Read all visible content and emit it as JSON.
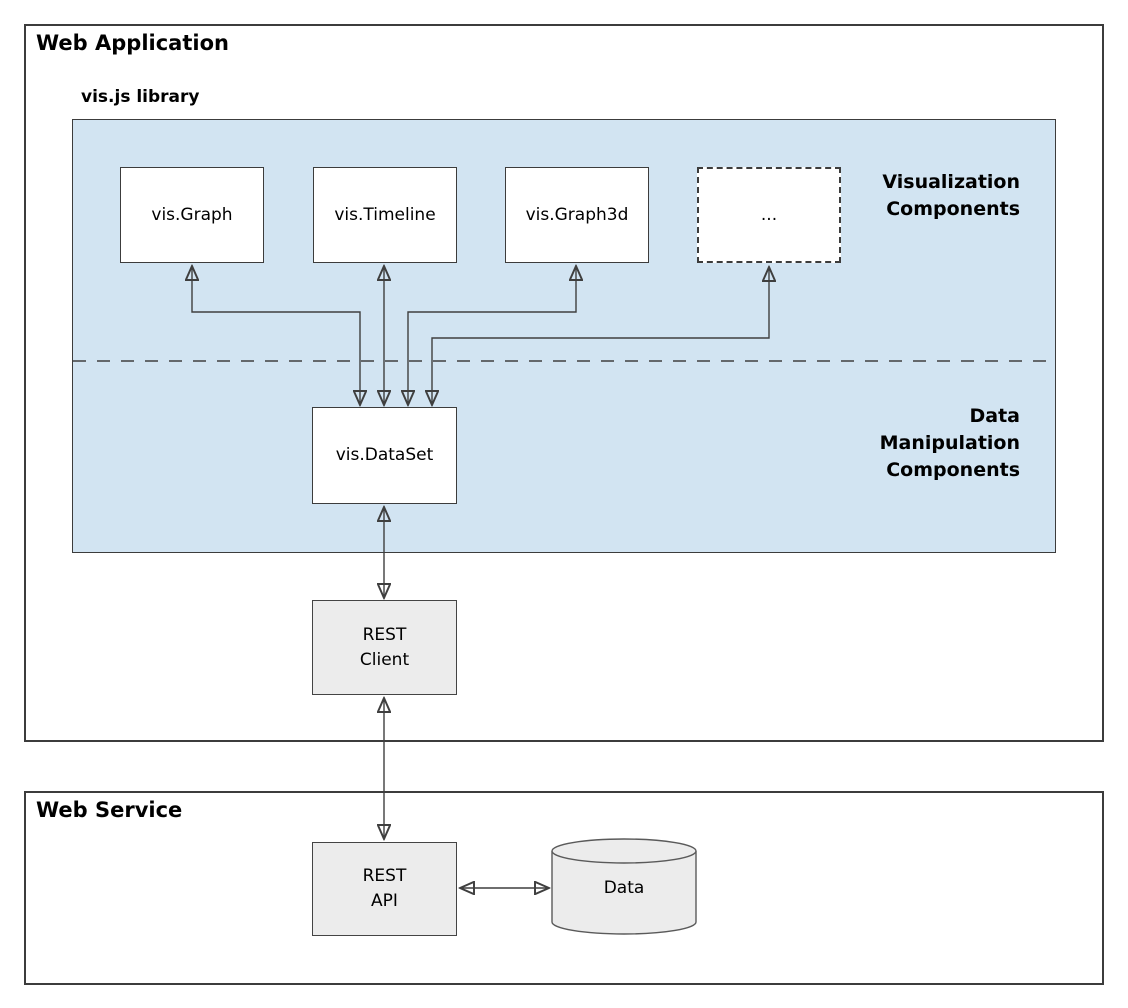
{
  "colors": {
    "panel_blue": "#d2e4f2",
    "box_gray": "#ececec",
    "line_dark": "#3f3f3f",
    "background": "#ffffff"
  },
  "web_application": {
    "title": "Web Application",
    "library_label": "vis.js library",
    "components": [
      {
        "label": "vis.Graph"
      },
      {
        "label": "vis.Timeline"
      },
      {
        "label": "vis.Graph3d"
      },
      {
        "label": "..."
      }
    ],
    "visualization_label": {
      "line1": "Visualization",
      "line2": "Components"
    },
    "data_manipulation_label": {
      "line1": "Data",
      "line2": "Manipulation",
      "line3": "Components"
    },
    "dataset_label": "vis.DataSet",
    "rest_client": {
      "line1": "REST",
      "line2": "Client"
    }
  },
  "web_service": {
    "title": "Web Service",
    "rest_api": {
      "line1": "REST",
      "line2": "API"
    },
    "data_store_label": "Data"
  }
}
